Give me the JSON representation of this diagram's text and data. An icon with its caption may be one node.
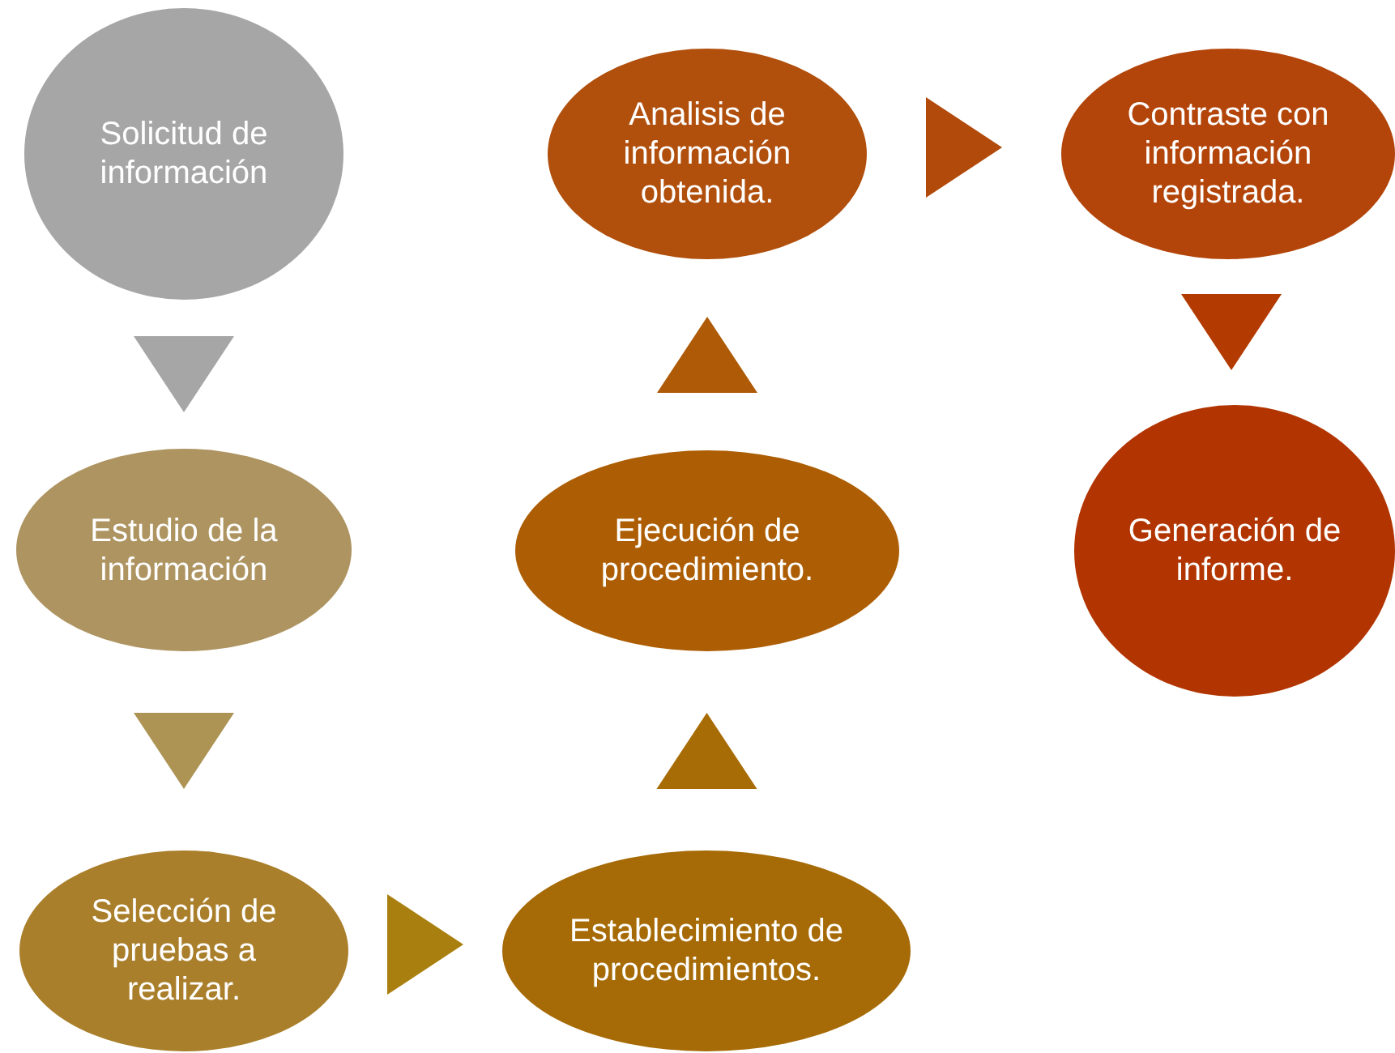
{
  "diagram": {
    "nodes": [
      {
        "text": [
          "Solicitud de información"
        ]
      },
      {
        "text": [
          "Estudio de la información"
        ]
      },
      {
        "text": [
          "Selección de pruebas a realizar."
        ]
      },
      {
        "text": [
          "Establecimiento de procedimientos."
        ]
      },
      {
        "text": [
          "Ejecución de procedimiento."
        ]
      },
      {
        "text": [
          "Analisis de información obtenida."
        ]
      },
      {
        "text": [
          "Contraste con información registrada."
        ]
      },
      {
        "text": [
          "Generación de informe."
        ]
      }
    ],
    "edges": [
      {
        "from": 0,
        "to": 1,
        "arrow": "to",
        "color": "#a6a6a6"
      },
      {
        "from": 1,
        "to": 2,
        "arrow": "to",
        "color": "#ad9455"
      },
      {
        "from": 2,
        "to": 3,
        "arrow": "to",
        "color": "#a9800f"
      },
      {
        "from": 3,
        "to": 4,
        "arrow": "to",
        "color": "#a86c06"
      },
      {
        "from": 4,
        "to": 5,
        "arrow": "to",
        "color": "#ae5a06"
      },
      {
        "from": 5,
        "to": 6,
        "arrow": "to",
        "color": "#b14a0a"
      },
      {
        "from": 6,
        "to": 7,
        "arrow": "to",
        "color": "#b33b02"
      }
    ]
  }
}
